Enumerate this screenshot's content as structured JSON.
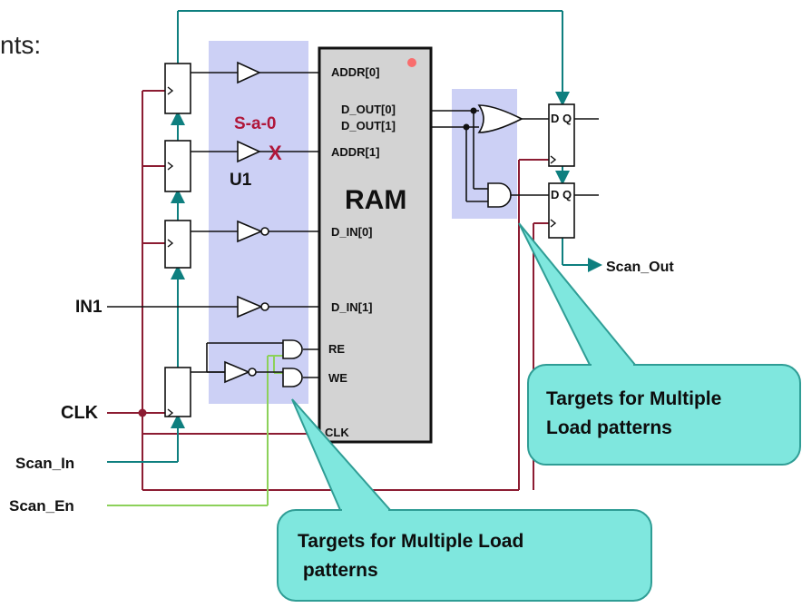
{
  "heading_fragment": "nts:",
  "ram": {
    "title": "RAM",
    "pins": {
      "addr0": "ADDR[0]",
      "addr1": "ADDR[1]",
      "dout0": "D_OUT[0]",
      "dout1": "D_OUT[1]",
      "din0": "D_IN[0]",
      "din1": "D_IN[1]",
      "re": "RE",
      "we": "WE",
      "clk": "CLK"
    }
  },
  "fault": {
    "label": "S-a-0",
    "marker": "X",
    "gate": "U1"
  },
  "inputs": {
    "in1": "IN1",
    "clk": "CLK",
    "scan_in": "Scan_In",
    "scan_en": "Scan_En"
  },
  "outputs": {
    "scan_out": "Scan_Out"
  },
  "flop_label": "D Q",
  "callouts": {
    "right": [
      "Targets for Multiple",
      "Load patterns"
    ],
    "bottom": [
      "Targets for Multiple Load",
      " patterns"
    ]
  },
  "colors": {
    "wire": "#111111",
    "teal": "#0e7f7f",
    "maroon": "#8c1c32",
    "green": "#8cd15a",
    "highlight": "#ccd0f5",
    "ram_fill": "#d3d3d3",
    "callout_fill": "#7fe7de",
    "callout_stroke": "#2f9d95",
    "fault_red": "#b0173a"
  }
}
